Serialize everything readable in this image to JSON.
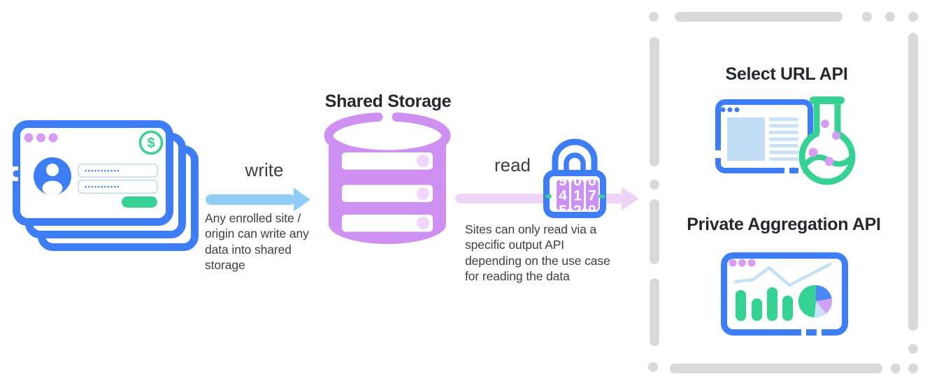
{
  "titles": {
    "storage": "Shared Storage",
    "select_url_api": "Select URL API",
    "private_aggregation_api": "Private Aggregation API"
  },
  "flow": {
    "write_label": "write",
    "write_description": "Any enrolled site / origin can write any data into shared storage",
    "read_label": "read",
    "read_description": "Sites can only read via a specific output API depending on the use case for reading the data"
  },
  "login_window": {
    "currency_symbol": "$",
    "password_field_1": "•••••••••••",
    "password_field_2": "•••••••••••"
  },
  "lock": {
    "code": [
      "4",
      "1",
      "7"
    ],
    "dial_top": [
      "9",
      "0",
      "0"
    ],
    "dial_bottom": [
      "5",
      "2",
      "9"
    ]
  },
  "colors": {
    "blue": "#3d7df6",
    "write_arrow_blue": "#92cdf8",
    "content_light_blue": "#c9e2f7",
    "database_purple": "#ce90f1",
    "purple_dot": "#d79cf3",
    "light_purple": "#f0d6fa",
    "read_arrow_pink": "#f0d4f8",
    "green": "#35d294",
    "dashed_border_gray": "#d9d9d9",
    "heading_text": "#25282c",
    "body_text": "#3c4043"
  }
}
